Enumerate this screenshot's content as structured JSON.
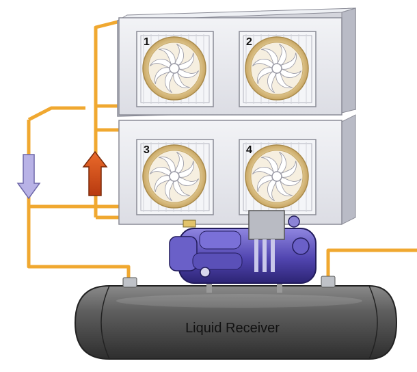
{
  "diagram": {
    "fans": [
      {
        "label": "1"
      },
      {
        "label": "2"
      },
      {
        "label": "3"
      },
      {
        "label": "4"
      }
    ],
    "receiver_label": "Liquid Receiver",
    "colors": {
      "pipe": "#f0a830",
      "condenser_face": "#e9eaef",
      "fan_ring": "#d6b77c",
      "compressor": "#5a4fb8",
      "receiver": "#5c5c5c",
      "arrow_down": "#b8b2e6",
      "arrow_up": "#d9521f"
    }
  }
}
